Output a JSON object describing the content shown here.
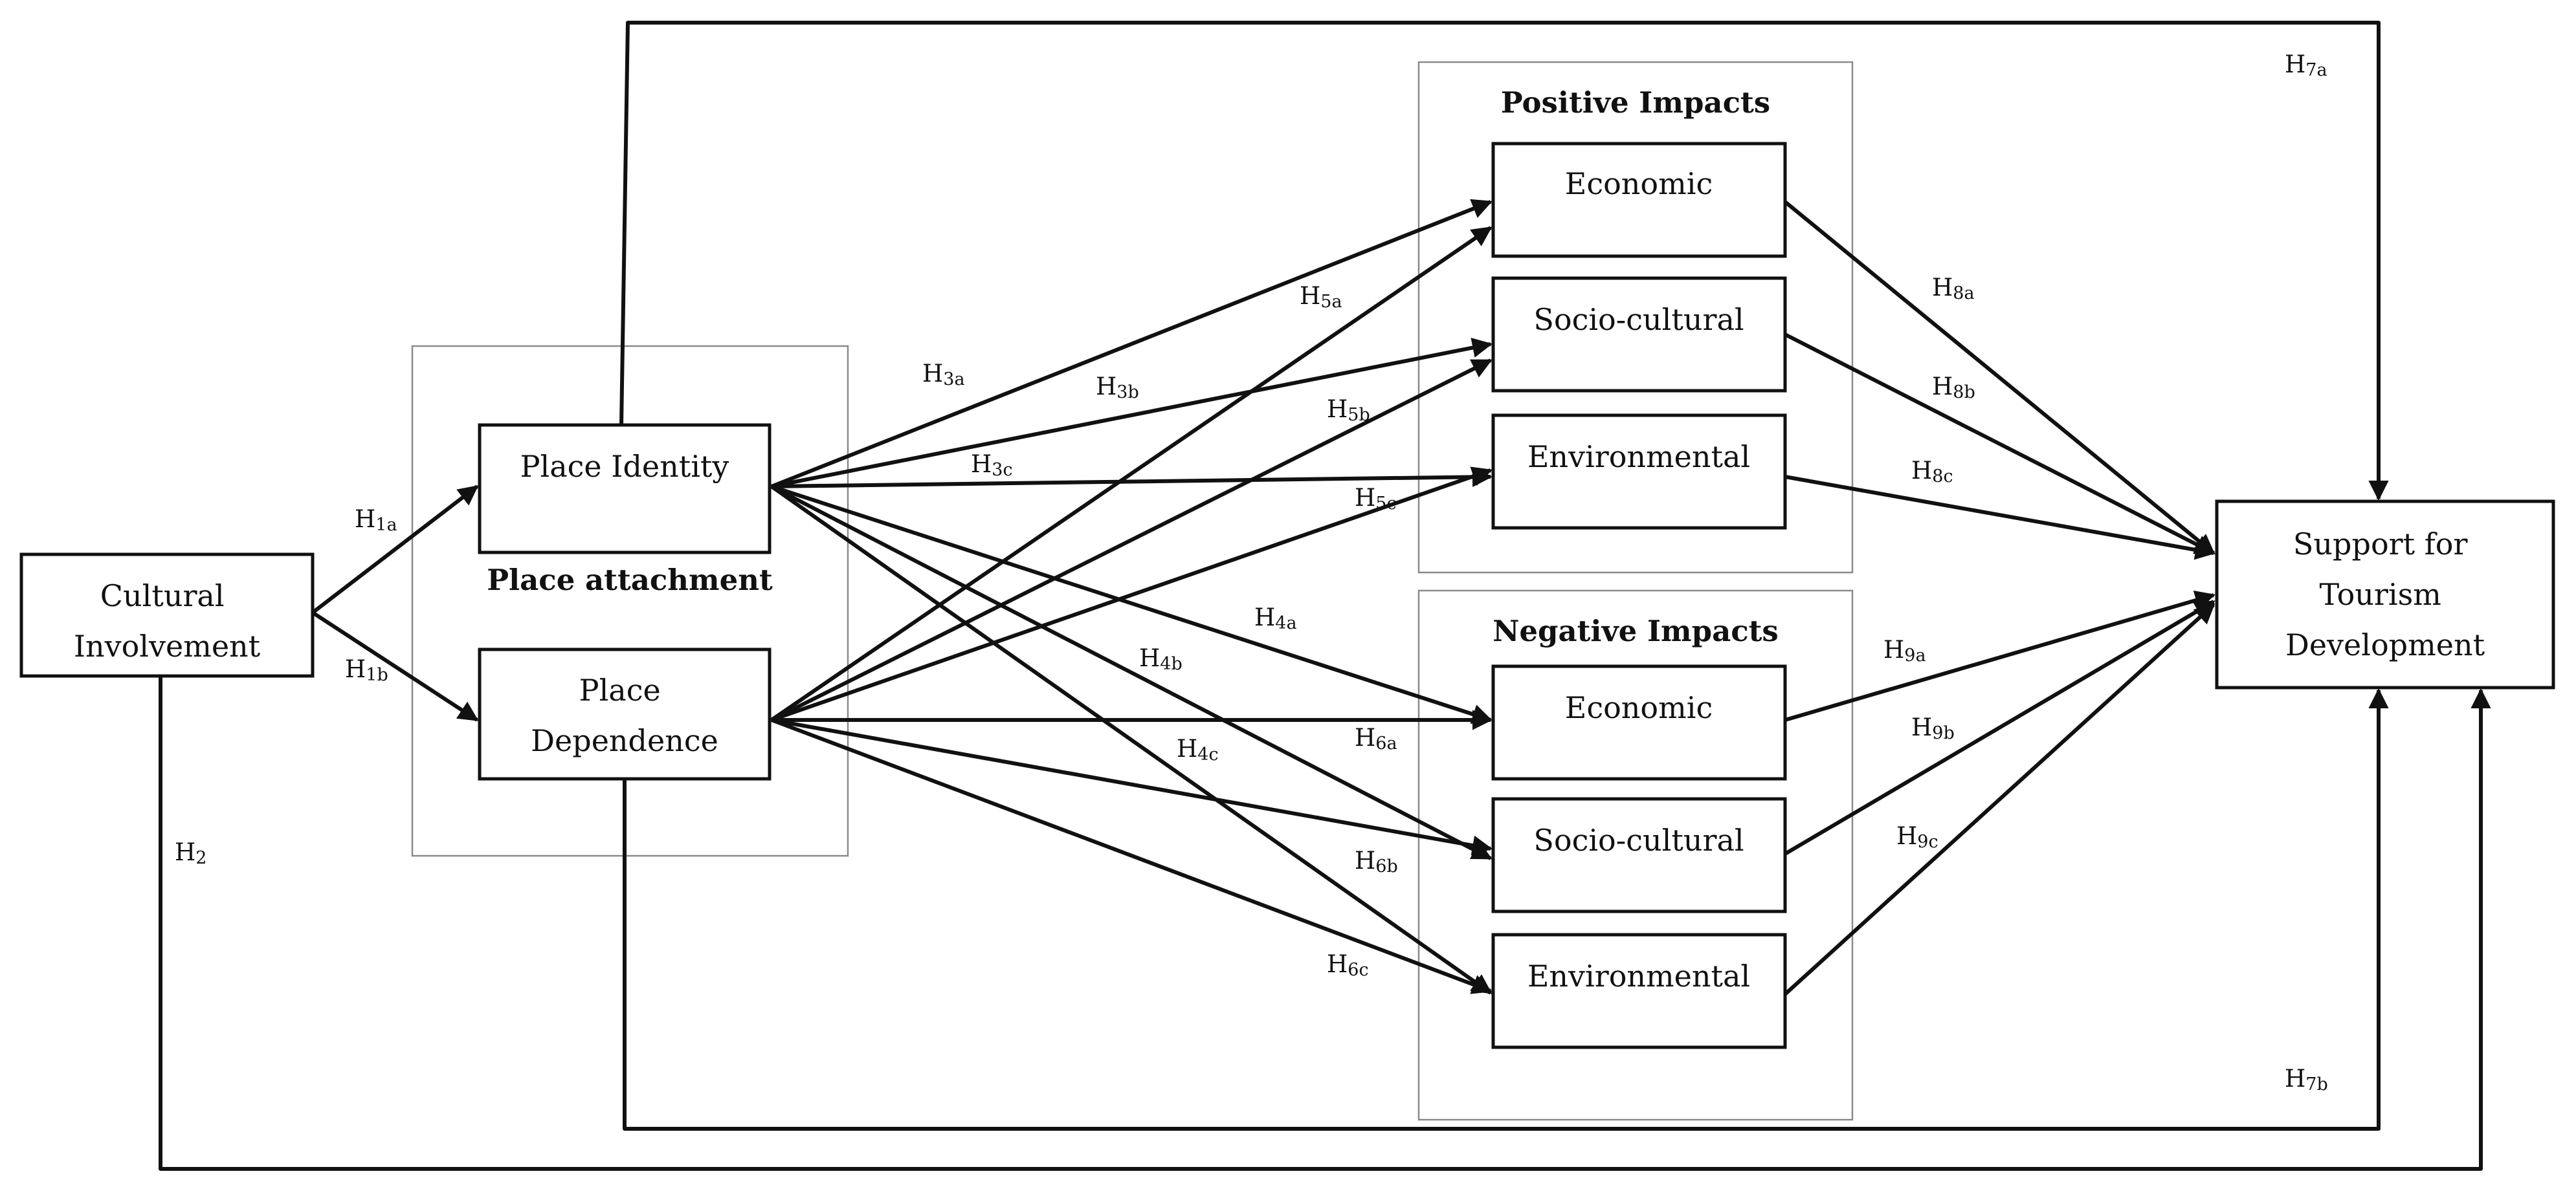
{
  "nodes": {
    "cultural_involvement": [
      "Cultural",
      "Involvement"
    ],
    "place_identity": [
      "Place Identity"
    ],
    "place_dependence": [
      "Place",
      "Dependence"
    ],
    "pos_economic": [
      "Economic"
    ],
    "pos_socio_cultural": [
      "Socio-cultural"
    ],
    "pos_environmental": [
      "Environmental"
    ],
    "neg_economic": [
      "Economic"
    ],
    "neg_socio_cultural": [
      "Socio-cultural"
    ],
    "neg_environmental": [
      "Environmental"
    ],
    "support": [
      "Support for",
      "Tourism",
      "Development"
    ]
  },
  "groups": {
    "place_attachment": "Place attachment",
    "positive_impacts": "Positive Impacts",
    "negative_impacts": "Negative Impacts"
  },
  "hypotheses": {
    "H1a": {
      "main": "H",
      "sub": "1a"
    },
    "H1b": {
      "main": "H",
      "sub": "1b"
    },
    "H2": {
      "main": "H",
      "sub": "2"
    },
    "H3a": {
      "main": "H",
      "sub": "3a"
    },
    "H3b": {
      "main": "H",
      "sub": "3b"
    },
    "H3c": {
      "main": "H",
      "sub": "3c"
    },
    "H4a": {
      "main": "H",
      "sub": "4a"
    },
    "H4b": {
      "main": "H",
      "sub": "4b"
    },
    "H4c": {
      "main": "H",
      "sub": "4c"
    },
    "H5a": {
      "main": "H",
      "sub": "5a"
    },
    "H5b": {
      "main": "H",
      "sub": "5b"
    },
    "H5c": {
      "main": "H",
      "sub": "5c"
    },
    "H6a": {
      "main": "H",
      "sub": "6a"
    },
    "H6b": {
      "main": "H",
      "sub": "6b"
    },
    "H6c": {
      "main": "H",
      "sub": "6c"
    },
    "H7a": {
      "main": "H",
      "sub": "7a"
    },
    "H7b": {
      "main": "H",
      "sub": "7b"
    },
    "H8a": {
      "main": "H",
      "sub": "8a"
    },
    "H8b": {
      "main": "H",
      "sub": "8b"
    },
    "H8c": {
      "main": "H",
      "sub": "8c"
    },
    "H9a": {
      "main": "H",
      "sub": "9a"
    },
    "H9b": {
      "main": "H",
      "sub": "9b"
    },
    "H9c": {
      "main": "H",
      "sub": "9c"
    }
  }
}
